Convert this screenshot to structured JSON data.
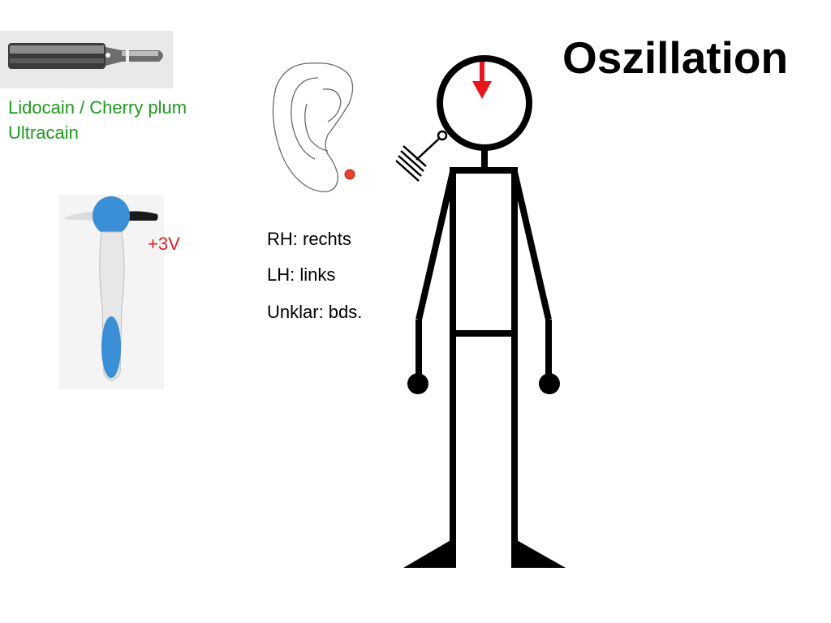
{
  "title": "Oszillation",
  "ampoule": {
    "line1": "Lidocain / Cherry plum",
    "line2": "Ultracain"
  },
  "device": {
    "voltage": "+3V"
  },
  "legend": [
    "RH: rechts",
    "LH: links",
    "Unklar: bds."
  ],
  "colors": {
    "green_label": "#1f9a1f",
    "red_label": "#e02020",
    "arrow": "#e8141b",
    "ear_point": "#e8402a",
    "device_blue": "#3b8fd6"
  }
}
